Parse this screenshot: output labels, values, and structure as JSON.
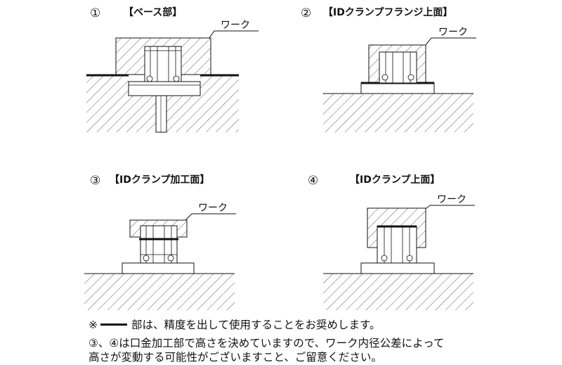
{
  "panels": [
    {
      "number": "①",
      "title": "【ベース部】",
      "work_label": "ワーク"
    },
    {
      "number": "②",
      "title": "【IDクランプフランジ上面】",
      "work_label": "ワーク"
    },
    {
      "number": "③",
      "title": "【IDクランプ加工面】",
      "work_label": "ワーク"
    },
    {
      "number": "④",
      "title": "【IDクランプ上面】",
      "work_label": "ワーク"
    }
  ],
  "notes": {
    "mark": "※",
    "note1_text": "部は、精度を出して使用することをお奨めします。",
    "note2_line1": "③、④は口金加工部で高さを決めていますので、ワーク内径公差によって",
    "note2_line2": "高さが変動する可能性がございますこと、ご留意ください。"
  }
}
